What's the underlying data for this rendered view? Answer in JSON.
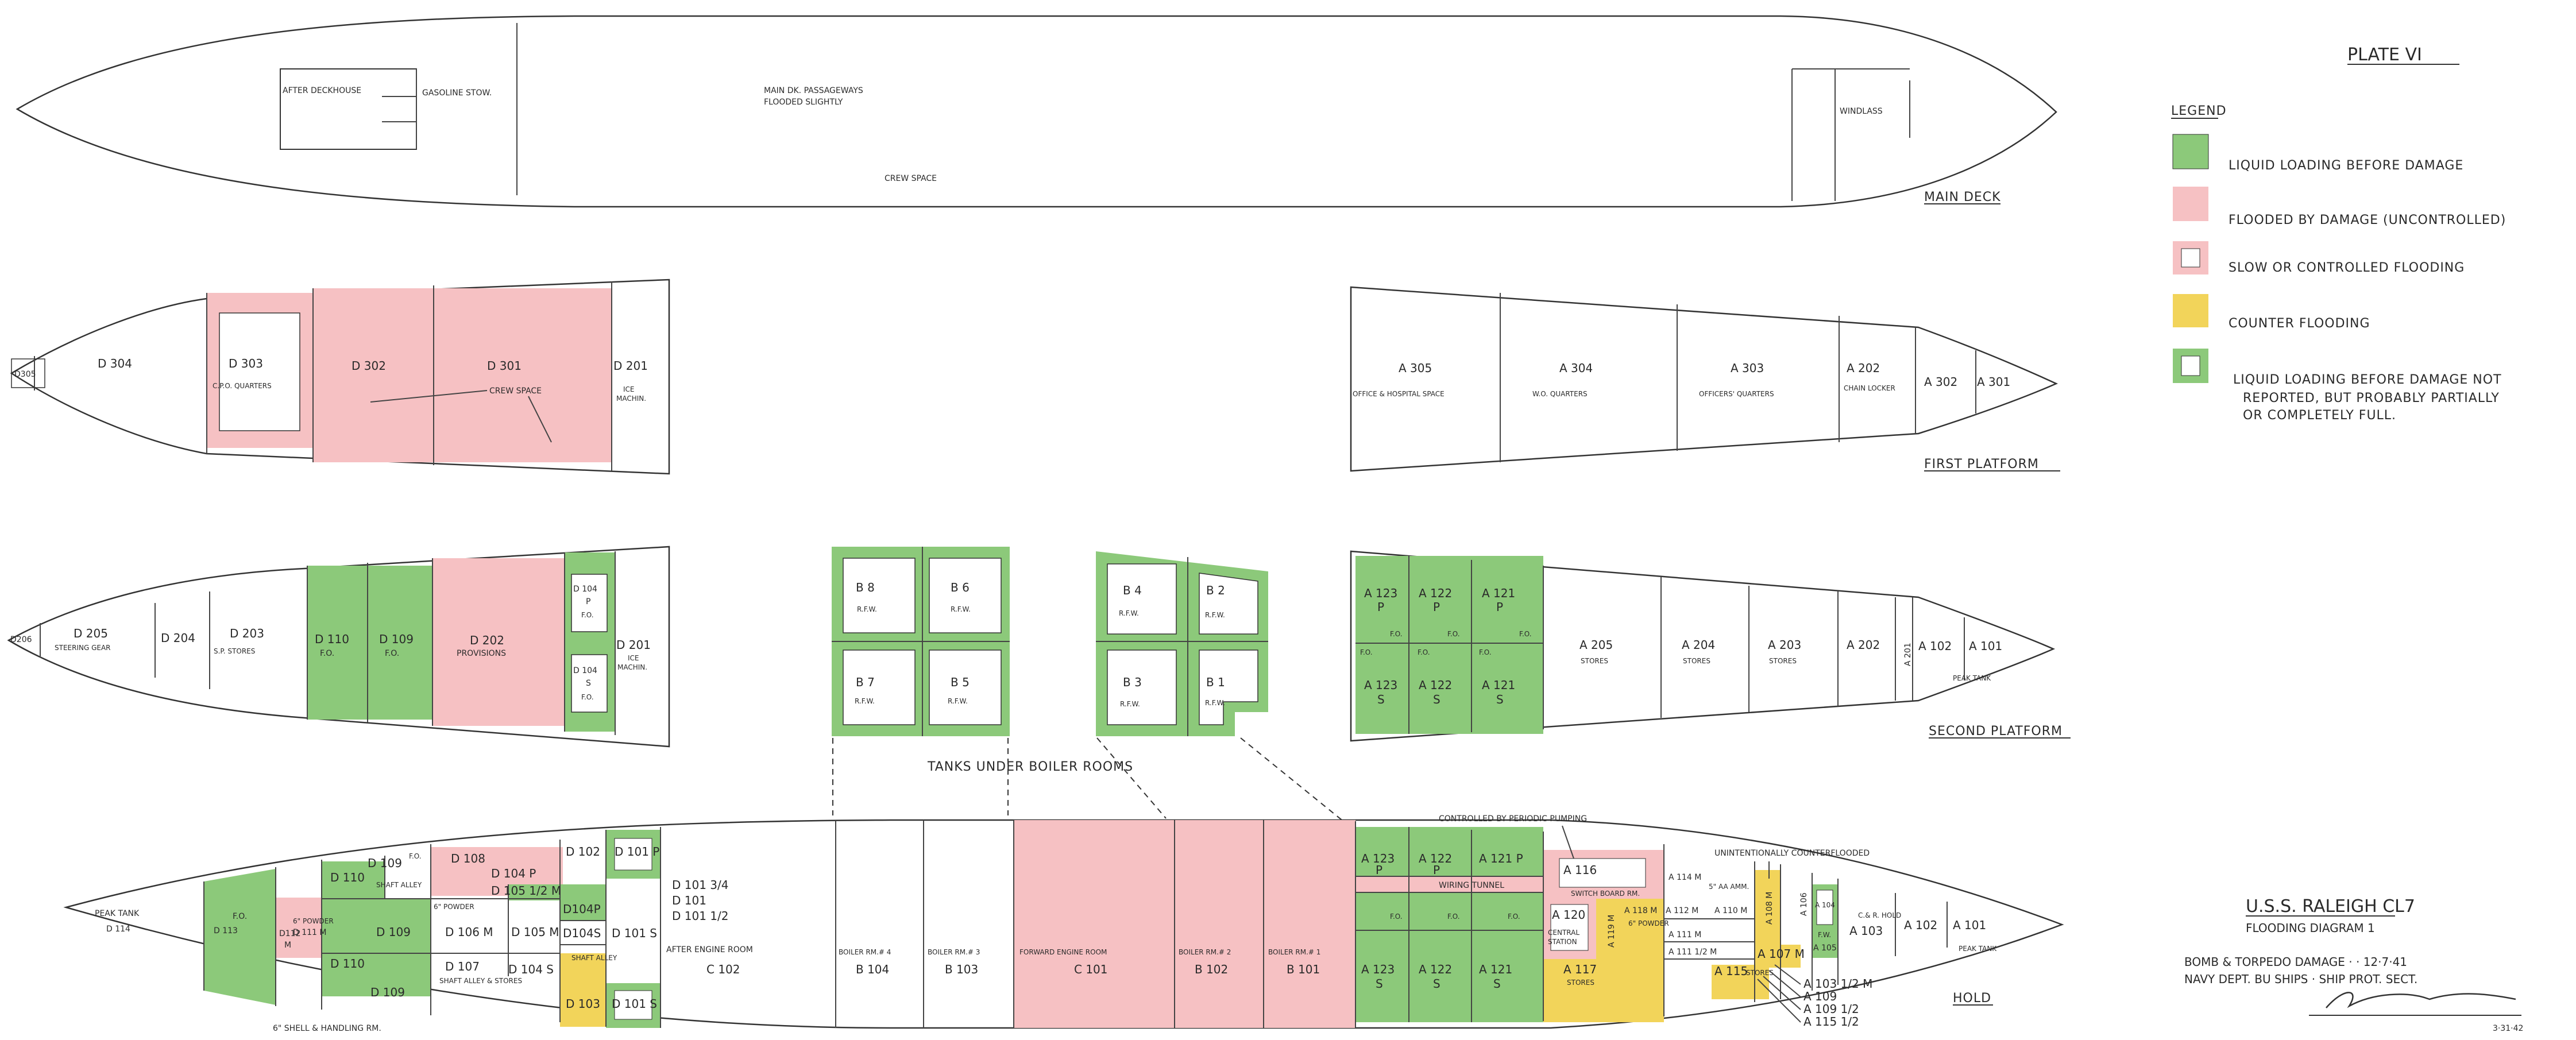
{
  "plate": "PLATE VI",
  "legend": {
    "title": "LEGEND",
    "items": [
      {
        "key": "green",
        "text": "LIQUID LOADING BEFORE DAMAGE"
      },
      {
        "key": "pink",
        "text": "FLOODED BY DAMAGE (UNCONTROLLED)"
      },
      {
        "key": "slow",
        "text": "SLOW OR CONTROLLED FLOODING"
      },
      {
        "key": "yellow",
        "text": "COUNTER FLOODING"
      },
      {
        "key": "green-outline",
        "text": "LIQUID LOADING BEFORE DAMAGE NOT",
        "line2": "REPORTED, BUT PROBABLY PARTIALLY",
        "line3": "OR COMPLETELY FULL."
      }
    ]
  },
  "colors": {
    "green": "#8cc97a",
    "pink": "#f6c1c3",
    "yellow": "#f2d45a",
    "outline": "#333333"
  },
  "decks": {
    "main": "MAIN DECK",
    "first": "FIRST PLATFORM",
    "second": "SECOND PLATFORM",
    "hold": "HOLD"
  },
  "main_deck": {
    "after_deckhouse": "AFTER DECKHOUSE",
    "gasoline": "GASOLINE STOW.",
    "passageways_1": "MAIN DK. PASSAGEWAYS",
    "passageways_2": "FLOODED SLIGHTLY",
    "crew": "CREW SPACE",
    "windlass": "WINDLASS"
  },
  "first_platform": {
    "d305": "D305",
    "d304": "D 304",
    "d303": "D 303",
    "d303_sub": "C.P.O. QUARTERS",
    "d302": "D 302",
    "d301": "D 301",
    "d301_sub": "CREW SPACE",
    "d201": "D 201",
    "d201_sub1": "ICE",
    "d201_sub2": "MACHIN.",
    "a305": "A 305",
    "a305_sub": "OFFICE & HOSPITAL SPACE",
    "a304": "A 304",
    "a304_sub": "W.O. QUARTERS",
    "a303": "A 303",
    "a303_sub": "OFFICERS' QUARTERS",
    "a202": "A 202",
    "a202_sub": "CHAIN LOCKER",
    "a302": "A 302",
    "a301": "A 301"
  },
  "second_platform": {
    "d206": "D206",
    "d205": "D 205",
    "d205_sub": "STEERING GEAR",
    "d204": "D 204",
    "d203": "D 203",
    "d203_sub": "S.P. STORES",
    "d110": "D 110",
    "d110_sub": "F.O.",
    "d109": "D 109",
    "d109_sub": "F.O.",
    "d202": "D 202",
    "d202_sub": "PROVISIONS",
    "d104p": "D 104",
    "d104p_l2": "P",
    "d104p_l3": "F.O.",
    "d104s": "D 104",
    "d104s_l2": "S",
    "d104s_l3": "F.O.",
    "d201": "D 201",
    "d201_sub1": "ICE",
    "d201_sub2": "MACHIN.",
    "b8": "B 8",
    "b6": "B 6",
    "b7": "B 7",
    "b5": "B 5",
    "b4": "B 4",
    "b2": "B 2",
    "b3": "B 3",
    "b1": "B 1",
    "rfw": "R.F.W.",
    "tanks": "TANKS UNDER BOILER ROOMS",
    "a123p": "A 123",
    "a122p": "A 122",
    "a121p": "A 121",
    "p": "P",
    "s": "S",
    "fo": "F.O.",
    "a123s": "A 123",
    "a122s": "A 122",
    "a121s": "A 121",
    "a205": "A 205",
    "a205_sub": "STORES",
    "a204": "A 204",
    "a204_sub": "STORES",
    "a203": "A 203",
    "a203_sub": "STORES",
    "a202": "A 202",
    "a201": "A 201",
    "a102": "A 102",
    "a101": "A 101",
    "peak": "PEAK TANK"
  },
  "hold": {
    "peak": "PEAK TANK",
    "d114": "D 114",
    "d113": "D 113",
    "d113_fo": "F.O.",
    "d112": "D112",
    "d112_m": "M",
    "d111m": "D 111 M",
    "powder6": "6\" POWDER",
    "powder6b": "6\" POWDER",
    "d110": "D 110",
    "d109": "D 109",
    "d108": "D 108",
    "fo": "F.O.",
    "shaft_alley": "SHAFT ALLEY",
    "d110b": "D 110",
    "d109b": "D 109",
    "d106m": "D 106 M",
    "d105m": "D 105 M",
    "d107": "D 107",
    "d104p": "D 104 P",
    "d105_half": "D 105 1/2 M",
    "d104p_b": "D104P",
    "d104s": "D104S",
    "d104s_b": "D 104 S",
    "d102": "D 102",
    "d101p": "D 101 P",
    "d101s_a": "D 101 S",
    "d103": "D 103",
    "d101s_b": "D 101 S",
    "d101_34": "D 101 3/4",
    "d101": "D 101",
    "d101_12": "D 101 1/2",
    "shaft_stores": "SHAFT ALLEY & STORES",
    "shell_handling": "6\" SHELL & HANDLING RM.",
    "after_engine": "AFTER ENGINE ROOM",
    "c102": "C 102",
    "br4": "BOILER RM.# 4",
    "b104": "B 104",
    "br3": "BOILER RM.# 3",
    "b103": "B 103",
    "fwd_engine": "FORWARD ENGINE ROOM",
    "c101": "C 101",
    "br2": "BOILER RM.# 2",
    "b102": "B 102",
    "br1": "BOILER RM.# 1",
    "b101": "B 101",
    "a123p": "A 123",
    "a122p": "A 122",
    "a121p": "A 121 P",
    "p": "P",
    "wiring": "WIRING TUNNEL",
    "a123s": "A 123",
    "a122s": "A 122",
    "a121s": "A 121",
    "s": "S",
    "fo2": "F.O.",
    "a116": "A 116",
    "switchboard": "SWITCH BOARD RM.",
    "a120": "A 120",
    "central": "CENTRAL",
    "station": "STATION",
    "a119m": "A 119 M",
    "a118m": "A 118 M",
    "powder_small": "6\" POWDER",
    "a117": "A 117",
    "a117_sub": "STORES",
    "a114m": "A 114 M",
    "ammo": "5\" AA AMM.",
    "a112m": "A 112 M",
    "a110m": "A 110 M",
    "a111m": "A 111 M",
    "a111_half": "A 111 1/2 M",
    "a115": "A 115",
    "a115_sub": "STORES",
    "a108m": "A 108 M",
    "a107m": "A 107 M",
    "a106": "A 106",
    "a104": "A 104",
    "a105": "A 105",
    "a103": "A 103",
    "chr_hold": "C.& R. HOLD",
    "a102": "A 102",
    "a101": "A 101",
    "fw": "F.W.",
    "controlled": "CONTROLLED BY PERIODIC PUMPING",
    "unintentional": "UNINTENTIONALLY COUNTERFLOODED",
    "a103_half": "A 103 1/2 M",
    "a109": "A 109",
    "a109_half": "A 109 1/2",
    "a115_half": "A 115 1/2",
    "peak2": "PEAK TANK"
  },
  "title_block": {
    "ship": "U.S.S. RALEIGH  CL7",
    "diagram": "FLOODING  DIAGRAM  1",
    "damage": "BOMB & TORPEDO DAMAGE  · ·  12·7·41",
    "dept": "NAVY DEPT.  BU SHIPS · SHIP PROT. SECT.",
    "date": "3·31·42"
  }
}
